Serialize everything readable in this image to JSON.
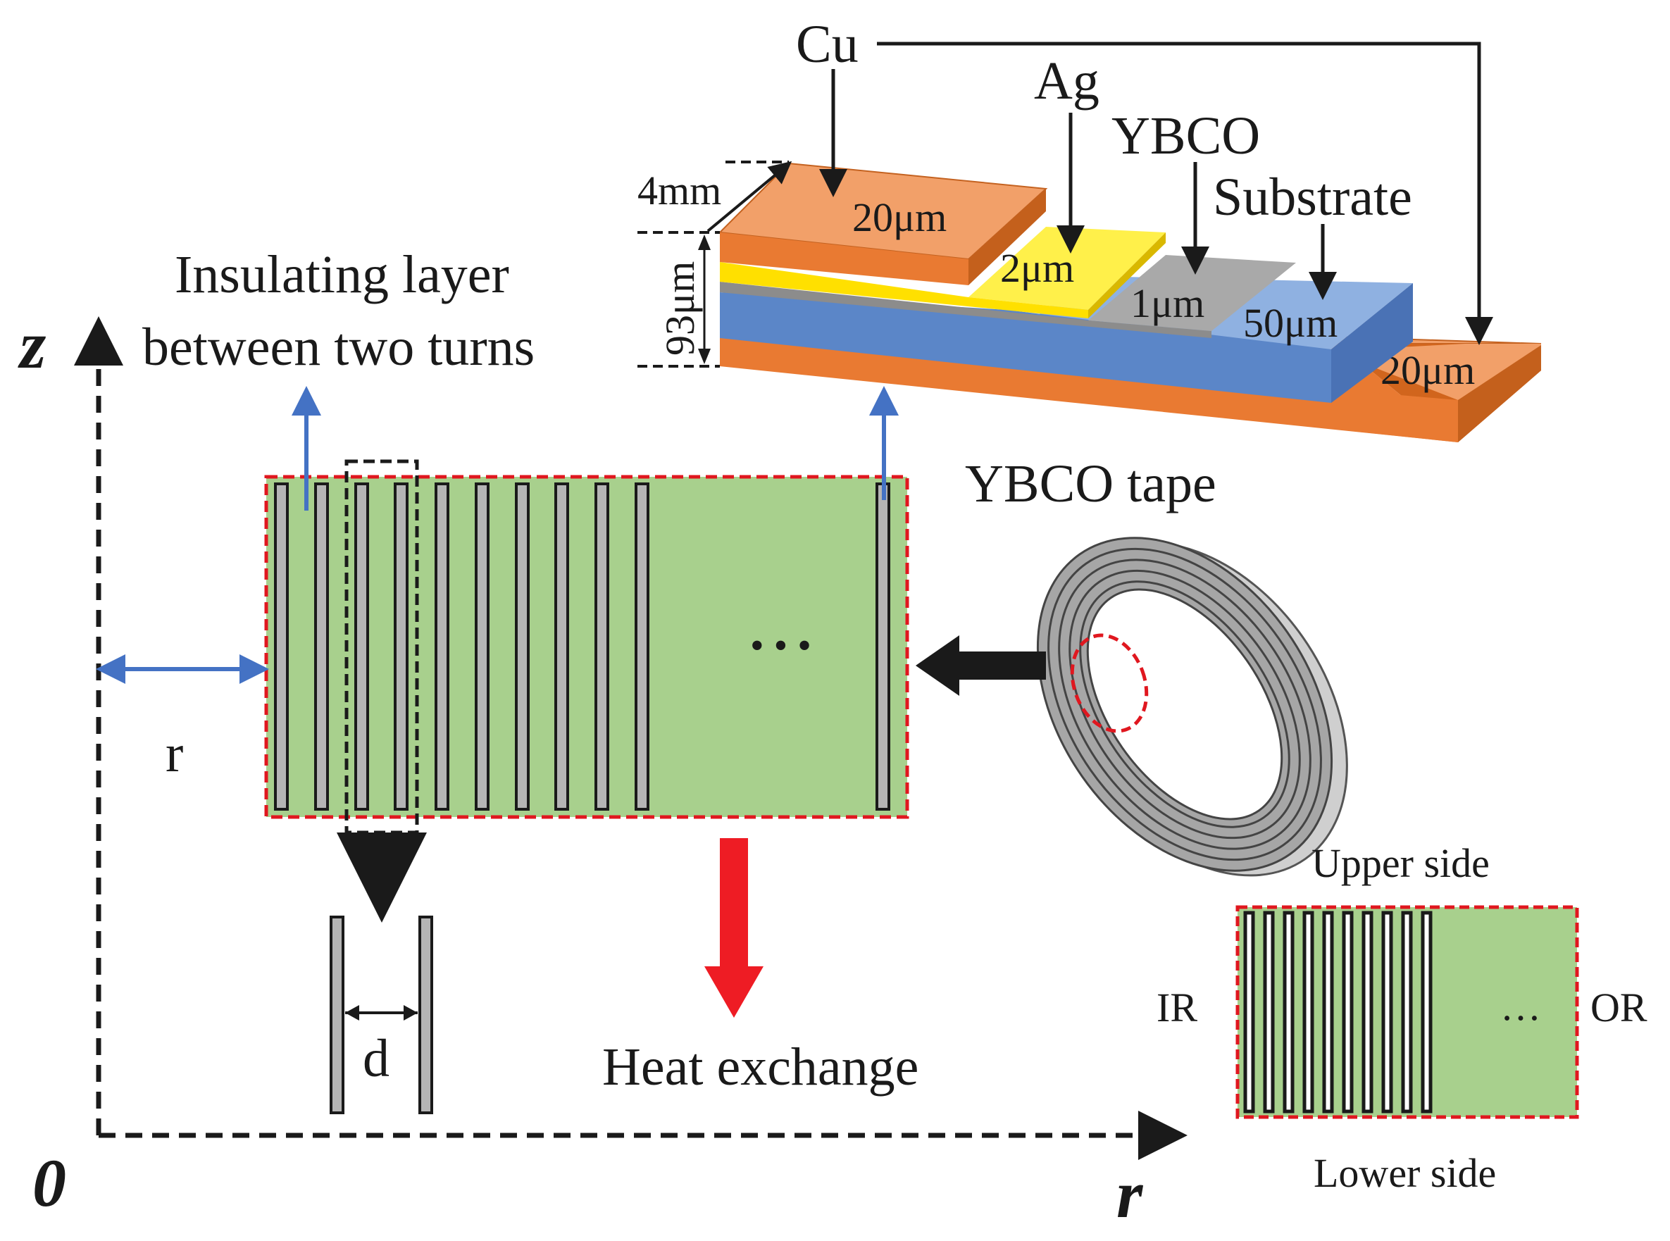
{
  "colors": {
    "copper": "#e97a32",
    "copper_top": "#f2a069",
    "silver": "#ffe600",
    "ybco": "#9e9e9e",
    "substrate": "#5b86c8",
    "substrate_top": "#8fb1e1",
    "green": "#a8d08d",
    "tape": "#b5b5b5",
    "red_dash": "#e0171f",
    "blue_arrow": "#4472c4",
    "heat_arrow": "#ee1c24"
  },
  "layers": {
    "cu": "Cu",
    "ag": "Ag",
    "ybco": "YBCO",
    "substrate": "Substrate",
    "cu_top_thickness": "20μm",
    "ag_thickness": "2μm",
    "ybco_thickness": "1μm",
    "substrate_thickness": "50μm",
    "cu_bottom_thickness": "20μm",
    "width": "4mm",
    "total_thickness": "93μm"
  },
  "labels": {
    "insulating_line1": "Insulating layer",
    "insulating_line2": "between two turns",
    "ybco_tape": "YBCO tape",
    "r_dim": "r",
    "d_dim": "d",
    "heat_exchange": "Heat exchange",
    "dots": "• • •",
    "upper_side": "Upper side",
    "lower_side": "Lower side",
    "ir": "IR",
    "or": "OR",
    "small_dots": "…"
  },
  "axes": {
    "z": "z",
    "r": "r",
    "origin": "0"
  }
}
